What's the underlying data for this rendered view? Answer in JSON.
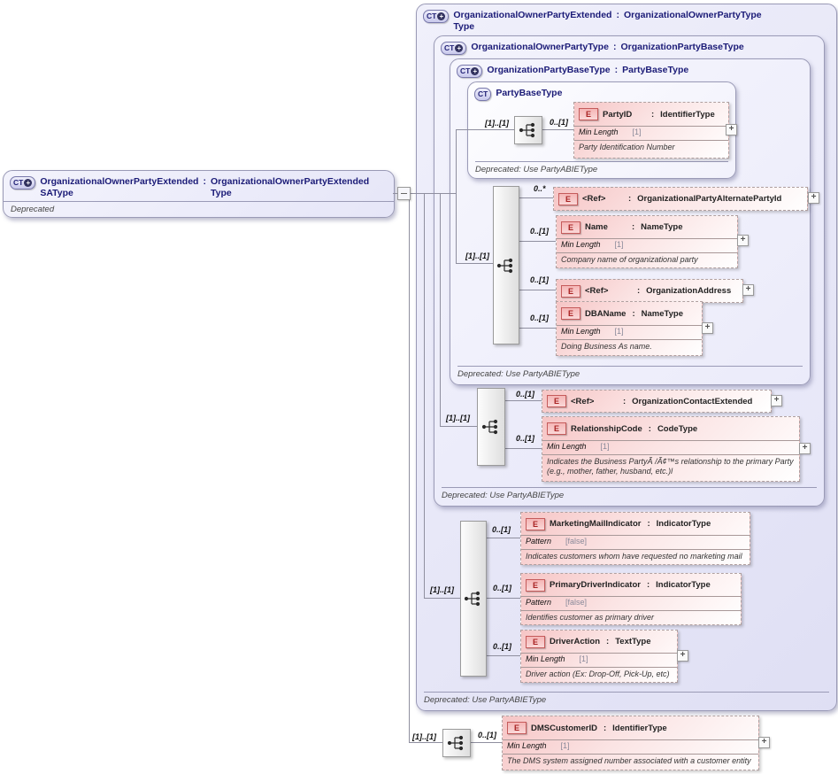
{
  "icons": {
    "complex_type": "CT",
    "extension_badge": "+",
    "element": "E",
    "expand": "+"
  },
  "types": {
    "sa": {
      "name_lines": [
        "OrganizationalOwnerPartyExtended",
        "SAType"
      ],
      "sep": ":",
      "type_lines": [
        "OrganizationalOwnerPartyExtended",
        "Type"
      ],
      "note": "Deprecated"
    },
    "ext": {
      "name_lines": [
        "OrganizationalOwnerPartyExtended",
        "Type"
      ],
      "sep": ":",
      "type_lines": [
        "OrganizationalOwnerPartyType"
      ],
      "note": "Deprecated: Use PartyABIEType"
    },
    "owner": {
      "name_lines": [
        "OrganizationalOwnerPartyType"
      ],
      "sep": ":",
      "type_lines": [
        "OrganizationPartyBaseType"
      ],
      "note": "Deprecated: Use PartyABIEType"
    },
    "orgbase": {
      "name_lines": [
        "OrganizationPartyBaseType"
      ],
      "sep": ":",
      "type_lines": [
        "PartyBaseType"
      ],
      "note": "Deprecated: Use PartyABIEType"
    },
    "partybase": {
      "name_lines": [
        "PartyBaseType"
      ],
      "note": "Deprecated: Use PartyABIEType"
    }
  },
  "groups": {
    "partybase_seq": {
      "occurs": "[1]..[1]"
    },
    "orgbase_seq": {
      "occurs": "[1]..[1]"
    },
    "owner_seq": {
      "occurs": "[1]..[1]"
    },
    "ext_seq": {
      "occurs": "[1]..[1]"
    },
    "sa_seq": {
      "occurs": "[1]..[1]"
    }
  },
  "occurs": {
    "party_id": "0..[1]",
    "alt_party": "0..*",
    "name": "0..[1]",
    "org_address": "0..[1]",
    "dba": "0..[1]",
    "org_contact": "0..[1]",
    "rel_code": "0..[1]",
    "mkt_mail": "0..[1]",
    "primary_driver": "0..[1]",
    "driver_action": "0..[1]",
    "dms_customer": "0..[1]"
  },
  "elements": {
    "party_id": {
      "name": "PartyID",
      "sep": ":",
      "type": "IdentifierType",
      "facet_label": "Min Length",
      "facet_value": "[1]",
      "doc": "Party Identification Number"
    },
    "alt_party": {
      "name": "<Ref>",
      "sep": ":",
      "type": "OrganizationalPartyAlternatePartyId"
    },
    "name": {
      "name": "Name",
      "sep": ":",
      "type": "NameType",
      "facet_label": "Min Length",
      "facet_value": "[1]",
      "doc": "Company name of organizational party"
    },
    "org_address": {
      "name": "<Ref>",
      "sep": ":",
      "type": "OrganizationAddress"
    },
    "dba": {
      "name": "DBAName",
      "sep": ":",
      "type": "NameType",
      "facet_label": "Min Length",
      "facet_value": "[1]",
      "doc": "Doing Business As name."
    },
    "org_contact": {
      "name": "<Ref>",
      "sep": ":",
      "type": "OrganizationContactExtended"
    },
    "rel_code": {
      "name": "RelationshipCode",
      "sep": ":",
      "type": "CodeType",
      "facet_label": "Min Length",
      "facet_value": "[1]",
      "doc": "Indicates the Business PartyÃ /Ã¢™s relationship to the primary Party (e.g., mother, father, husband, etc.)l"
    },
    "mkt_mail": {
      "name": "MarketingMailIndicator",
      "sep": ":",
      "type": "IndicatorType",
      "facet_label": "Pattern",
      "facet_value": "[false]",
      "doc": "Indicates customers whom have requested no marketing mail"
    },
    "primary_driver": {
      "name": "PrimaryDriverIndicator",
      "sep": ":",
      "type": "IndicatorType",
      "facet_label": "Pattern",
      "facet_value": "[false]",
      "doc": "Identifies customer as primary driver"
    },
    "driver_action": {
      "name": "DriverAction",
      "sep": ":",
      "type": "TextType",
      "facet_label": "Min Length",
      "facet_value": "[1]",
      "doc": "Driver action (Ex: Drop-Off, Pick-Up, etc)"
    },
    "dms_customer": {
      "name": "DMSCustomerID",
      "sep": ":",
      "type": "IdentifierType",
      "facet_label": "Min Length",
      "facet_value": "[1]",
      "doc": "The DMS system assigned number associated with a customer entity"
    }
  }
}
